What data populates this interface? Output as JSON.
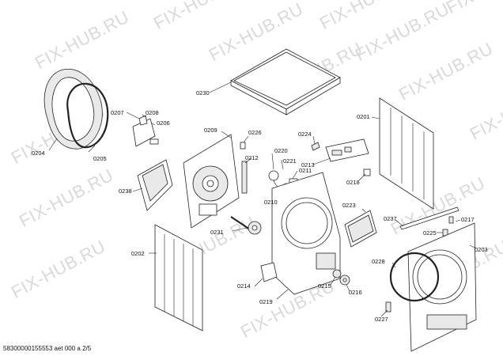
{
  "watermark": "FIX-HUB.RU",
  "footer": "58300000155553 aet 000 a 2/5",
  "callouts": {
    "c0230": "0230",
    "c0207": "0207",
    "c0208": "0208",
    "c0206": "0206",
    "c0209": "0209",
    "c0226": "0226",
    "c0224": "0224",
    "c0201": "0201",
    "c0204": "0204",
    "c0205": "0205",
    "c0220": "0220",
    "c0212": "0212",
    "c0221": "0221",
    "c0213": "0213",
    "c0211": "0211",
    "c0218": "0218",
    "c0238": "0238",
    "c0210": "0210",
    "c0223": "0223",
    "c0237": "0237",
    "c0217": "0217",
    "c0225": "0225",
    "c0231": "0231",
    "c0202": "0202",
    "c0203": "0203",
    "c0228": "0228",
    "c0214": "0214",
    "c0215": "0215",
    "c0216": "0216",
    "c0219": "0219",
    "c0227": "0227"
  }
}
